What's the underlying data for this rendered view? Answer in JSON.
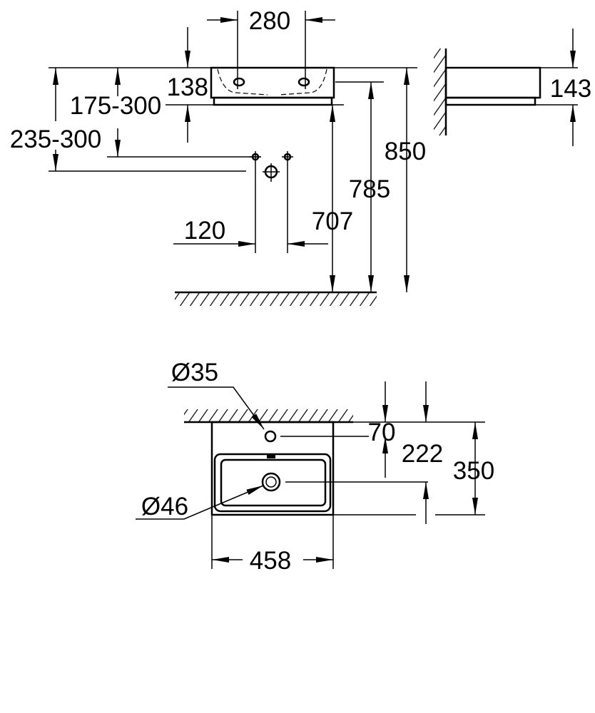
{
  "front_view": {
    "tap_spacing": "280",
    "basin_height": "138",
    "upper_range": "175-300",
    "lower_range": "235-300",
    "supply_spacing": "120",
    "underside_height": "707",
    "overflow_height": "785",
    "rim_height": "850"
  },
  "side_view": {
    "depth": "143"
  },
  "plan_view": {
    "tap_hole_diameter": "Ø35",
    "drain_diameter": "Ø46",
    "tap_hole_offset": "70",
    "drain_offset": "222",
    "projection": "350",
    "width": "458"
  }
}
